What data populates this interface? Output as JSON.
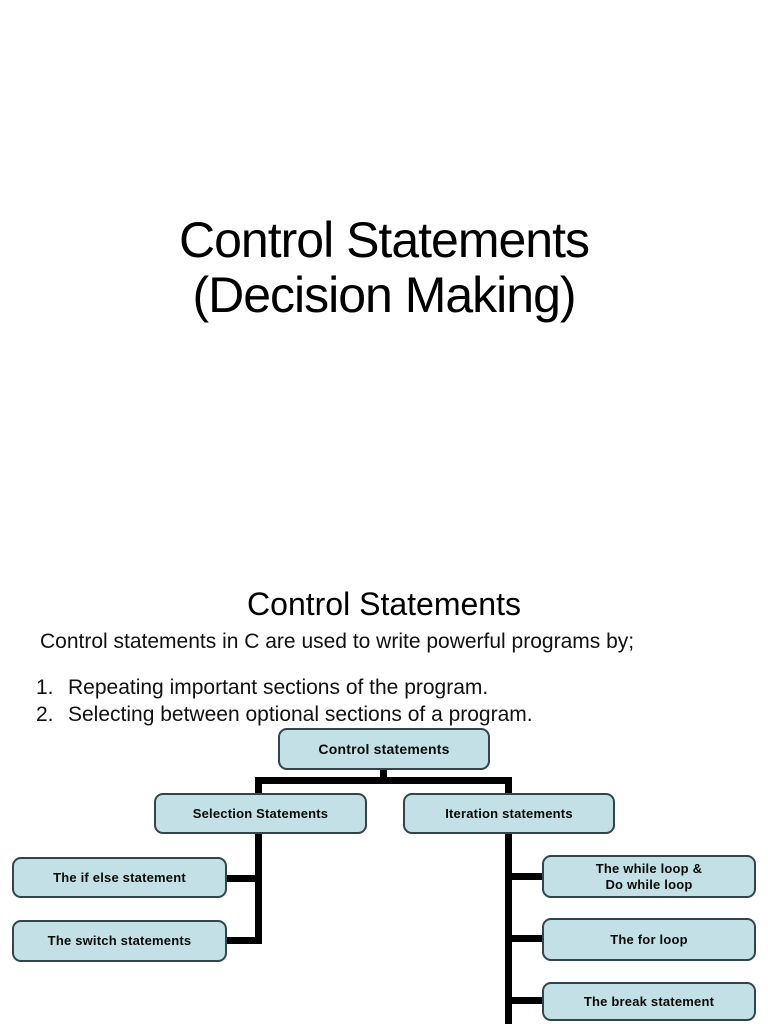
{
  "slide1": {
    "title_line1": "Control Statements",
    "title_line2": "(Decision Making)"
  },
  "slide2": {
    "heading": "Control Statements",
    "intro": "Control statements in C are used to write powerful programs by;",
    "list": [
      {
        "number": "1.",
        "text": "Repeating important sections of the program."
      },
      {
        "number": "2.",
        "text": "Selecting between optional sections of a program."
      }
    ],
    "diagram": {
      "root_label": "Control statements",
      "selection_label": "Selection Statements",
      "iteration_label": "Iteration statements",
      "if_else_label": "The if else statement",
      "switch_label": "The switch statements",
      "while_line1": "The while loop &",
      "while_line2": "Do while loop",
      "for_label": "The for loop",
      "break_label": "The break statement",
      "colors": {
        "box_fill": "#c2e0e5",
        "box_border": "#33454c",
        "connector": "#000000"
      }
    }
  }
}
